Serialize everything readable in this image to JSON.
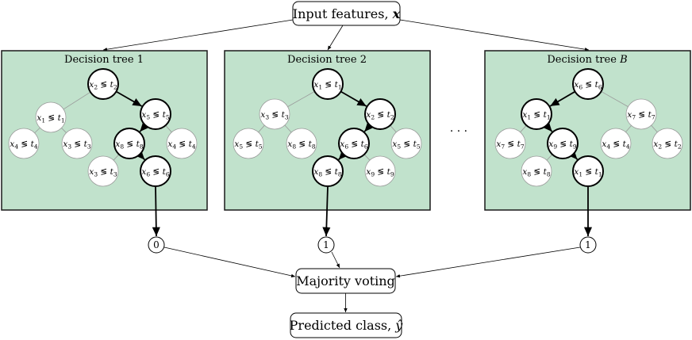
{
  "input": {
    "prefix": "Input features, ",
    "var": "x"
  },
  "majority": "Majority voting",
  "predicted": {
    "prefix": "Predicted class, ",
    "var": "ŷ"
  },
  "ellipsis": "· · ·",
  "trees": [
    {
      "title": "Decision tree 1",
      "output": "0",
      "nodes": [
        {
          "v": "2",
          "t": "2",
          "active": true
        },
        {
          "v": "1",
          "t": "1",
          "active": false
        },
        {
          "v": "5",
          "t": "5",
          "active": true
        },
        {
          "v": "4",
          "t": "4",
          "active": false
        },
        {
          "v": "3",
          "t": "3",
          "active": false
        },
        {
          "v": "8",
          "t": "8",
          "active": true
        },
        {
          "v": "4",
          "t": "4",
          "active": false
        },
        {
          "v": "3",
          "t": "3",
          "active": false
        },
        {
          "v": "6",
          "t": "6",
          "active": true
        }
      ]
    },
    {
      "title": "Decision tree 2",
      "output": "1",
      "nodes": [
        {
          "v": "1",
          "t": "1",
          "active": true
        },
        {
          "v": "3",
          "t": "3",
          "active": false
        },
        {
          "v": "2",
          "t": "2",
          "active": true
        },
        {
          "v": "5",
          "t": "5",
          "active": false
        },
        {
          "v": "8",
          "t": "8",
          "active": false
        },
        {
          "v": "6",
          "t": "6",
          "active": true
        },
        {
          "v": "5",
          "t": "5",
          "active": false
        },
        {
          "v": "8",
          "t": "8",
          "active": true
        },
        {
          "v": "9",
          "t": "9",
          "active": false
        }
      ]
    },
    {
      "title": "Decision tree B",
      "output": "1",
      "nodes": [
        {
          "v": "6",
          "t": "6",
          "active": true
        },
        {
          "v": "1",
          "t": "1",
          "active": true
        },
        {
          "v": "7",
          "t": "7",
          "active": false
        },
        {
          "v": "7",
          "t": "7",
          "active": false
        },
        {
          "v": "9",
          "t": "9",
          "active": true
        },
        {
          "v": "4",
          "t": "4",
          "active": false
        },
        {
          "v": "2",
          "t": "2",
          "active": false
        },
        {
          "v": "8",
          "t": "8",
          "active": false
        },
        {
          "v": "1",
          "t": "1",
          "active": true
        }
      ]
    }
  ],
  "colors": {
    "panel_fill": "#c1e2cc",
    "panel_stroke": "#1a1a1a",
    "node_inactive_stroke": "#9a9a9a",
    "edge_inactive": "#9a9a9a"
  }
}
